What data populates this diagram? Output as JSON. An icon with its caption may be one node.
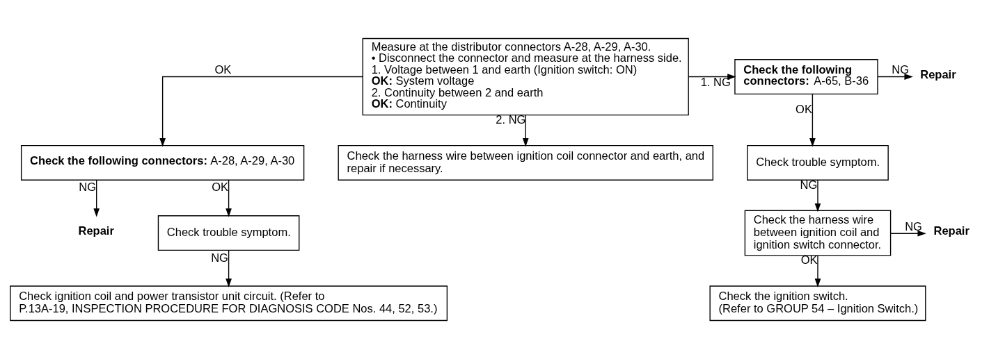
{
  "diagram": {
    "nodes": [
      {
        "text": [
          "Measure at the distributor connectors A-28, A-29, A-30.",
          "• Disconnect the connector and measure at the harness side.",
          "1. Voltage between 1 and earth (Ignition switch: ON)",
          "**OK:** System voltage",
          "2. Continuity between 2 and earth",
          "**OK:** Continuity"
        ]
      },
      {
        "text": [
          "**Check the following connectors:** A-28, A-29, A-30"
        ]
      },
      {
        "text": [
          "Repair"
        ]
      },
      {
        "text": [
          "Check trouble symptom."
        ]
      },
      {
        "text": [
          "Check ignition coil and power transistor unit circuit. (Refer to P.13A-19, INSPECTION PROCEDURE FOR DIAGNOSIS CODE Nos. 44, 52, 53.)"
        ]
      },
      {
        "text": [
          "**Check the following connectors:** A-65, B-36"
        ]
      },
      {
        "text": [
          "Repair"
        ]
      },
      {
        "text": [
          "Check trouble symptom."
        ]
      },
      {
        "text": [
          "Check the harness wire between ignition coil and ignition switch connector."
        ]
      },
      {
        "text": [
          "Repair"
        ]
      },
      {
        "text": [
          "Check the ignition switch.",
          "(Refer to GROUP 54 – Ignition Switch.)"
        ]
      },
      {
        "text": [
          "Check the harness wire between ignition coil connector and earth, and repair if necessary."
        ]
      }
    ],
    "edges": [
      {
        "from": 0,
        "to": 5,
        "arrow": "to",
        "label": "1. NG"
      },
      {
        "from": 0,
        "to": 11,
        "arrow": "to",
        "label": "2. NG"
      },
      {
        "from": 0,
        "to": 1,
        "arrow": "to",
        "label": "OK"
      },
      {
        "from": 1,
        "to": 3,
        "arrow": "to",
        "label": "OK"
      },
      {
        "from": 1,
        "to": 2,
        "arrow": "to",
        "label": "NG"
      },
      {
        "from": 3,
        "to": 4,
        "arrow": "to",
        "label": "NG"
      },
      {
        "from": 5,
        "to": 6,
        "arrow": "to",
        "label": "NG"
      },
      {
        "from": 5,
        "to": 7,
        "arrow": "to",
        "label": "OK"
      },
      {
        "from": 7,
        "to": 8,
        "arrow": "to",
        "label": "NG"
      },
      {
        "from": 8,
        "to": 9,
        "arrow": "to",
        "label": "NG"
      },
      {
        "from": 8,
        "to": 10,
        "arrow": "to",
        "label": "OK"
      }
    ]
  }
}
